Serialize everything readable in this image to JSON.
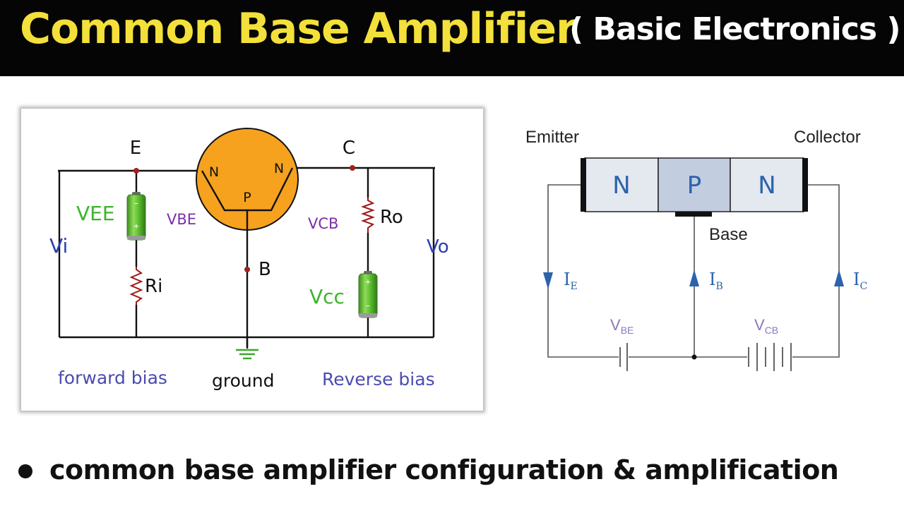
{
  "header": {
    "title": "Common Base Amplifier",
    "subtitle": "( Basic Electronics )"
  },
  "left_circuit": {
    "terminal_e": "E",
    "terminal_c": "C",
    "terminal_b": "B",
    "region_n_left": "N",
    "region_n_right": "N",
    "region_p": "P",
    "label_vee": "VEE",
    "label_vbe": "VBE",
    "label_vcb": "VCB",
    "label_vi": "Vi",
    "label_vo": "Vo",
    "label_ri": "Ri",
    "label_ro": "Ro",
    "label_vcc": "Vcc",
    "label_forward_bias": "forward bias",
    "label_ground": "ground",
    "label_reverse_bias": "Reverse bias"
  },
  "right_circuit": {
    "label_emitter": "Emitter",
    "label_collector": "Collector",
    "region_n_left": "N",
    "region_p": "P",
    "region_n_right": "N",
    "label_base": "Base",
    "current_ie": "I",
    "current_ie_sub": "E",
    "current_ib": "I",
    "current_ib_sub": "B",
    "current_ic": "I",
    "current_ic_sub": "C",
    "voltage_vbe": "V",
    "voltage_vbe_sub": "BE",
    "voltage_vcb": "V",
    "voltage_vcb_sub": "CB"
  },
  "footer": {
    "bullet_text": "common base amplifier configuration & amplification"
  },
  "colors": {
    "title_yellow": "#f3e03a",
    "transistor_orange": "#f6a21f",
    "battery_green": "#5fc232",
    "purple_label": "#7b2fa8",
    "blue_label": "#2a3fb0",
    "bias_label": "#4b4bb0",
    "resistor_red": "#a01818",
    "arrow_blue": "#2b63ad",
    "n_region": "#e4e8ef",
    "p_region": "#c3cde0"
  }
}
